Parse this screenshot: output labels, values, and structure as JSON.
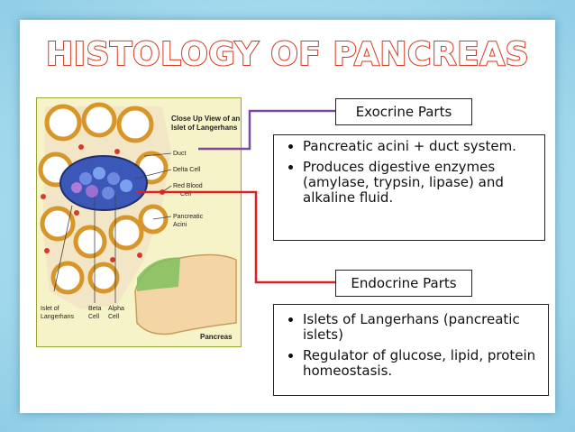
{
  "title": "HISTOLOGY OF PANCREAS",
  "colors": {
    "title_outline": "#d53a1e",
    "exocrine_line": "#7a4aa0",
    "endocrine_line": "#e02020",
    "frame": "#a9dcef"
  },
  "exocrine": {
    "label": "Exocrine Parts",
    "bullets": [
      "Pancreatic acini + duct system.",
      "Produces digestive enzymes (amylase, trypsin, lipase) and alkaline fluid."
    ]
  },
  "endocrine": {
    "label": "Endocrine Parts",
    "bullets": [
      "Islets of Langerhans (pancreatic islets)",
      "Regulator of glucose, lipid, protein homeostasis."
    ]
  },
  "diagram": {
    "heading_line1": "Close Up View of an",
    "heading_line2": "Islet of Langerhans",
    "labels": [
      "Duct",
      "Delta Cell",
      "Red Blood",
      "Cell",
      "Pancreatic",
      "Acini"
    ],
    "bottom_labels": [
      "Islet of",
      "Langerhans",
      "Beta",
      "Cell",
      "Alpha",
      "Cell"
    ],
    "pancreas_label": "Pancreas"
  }
}
